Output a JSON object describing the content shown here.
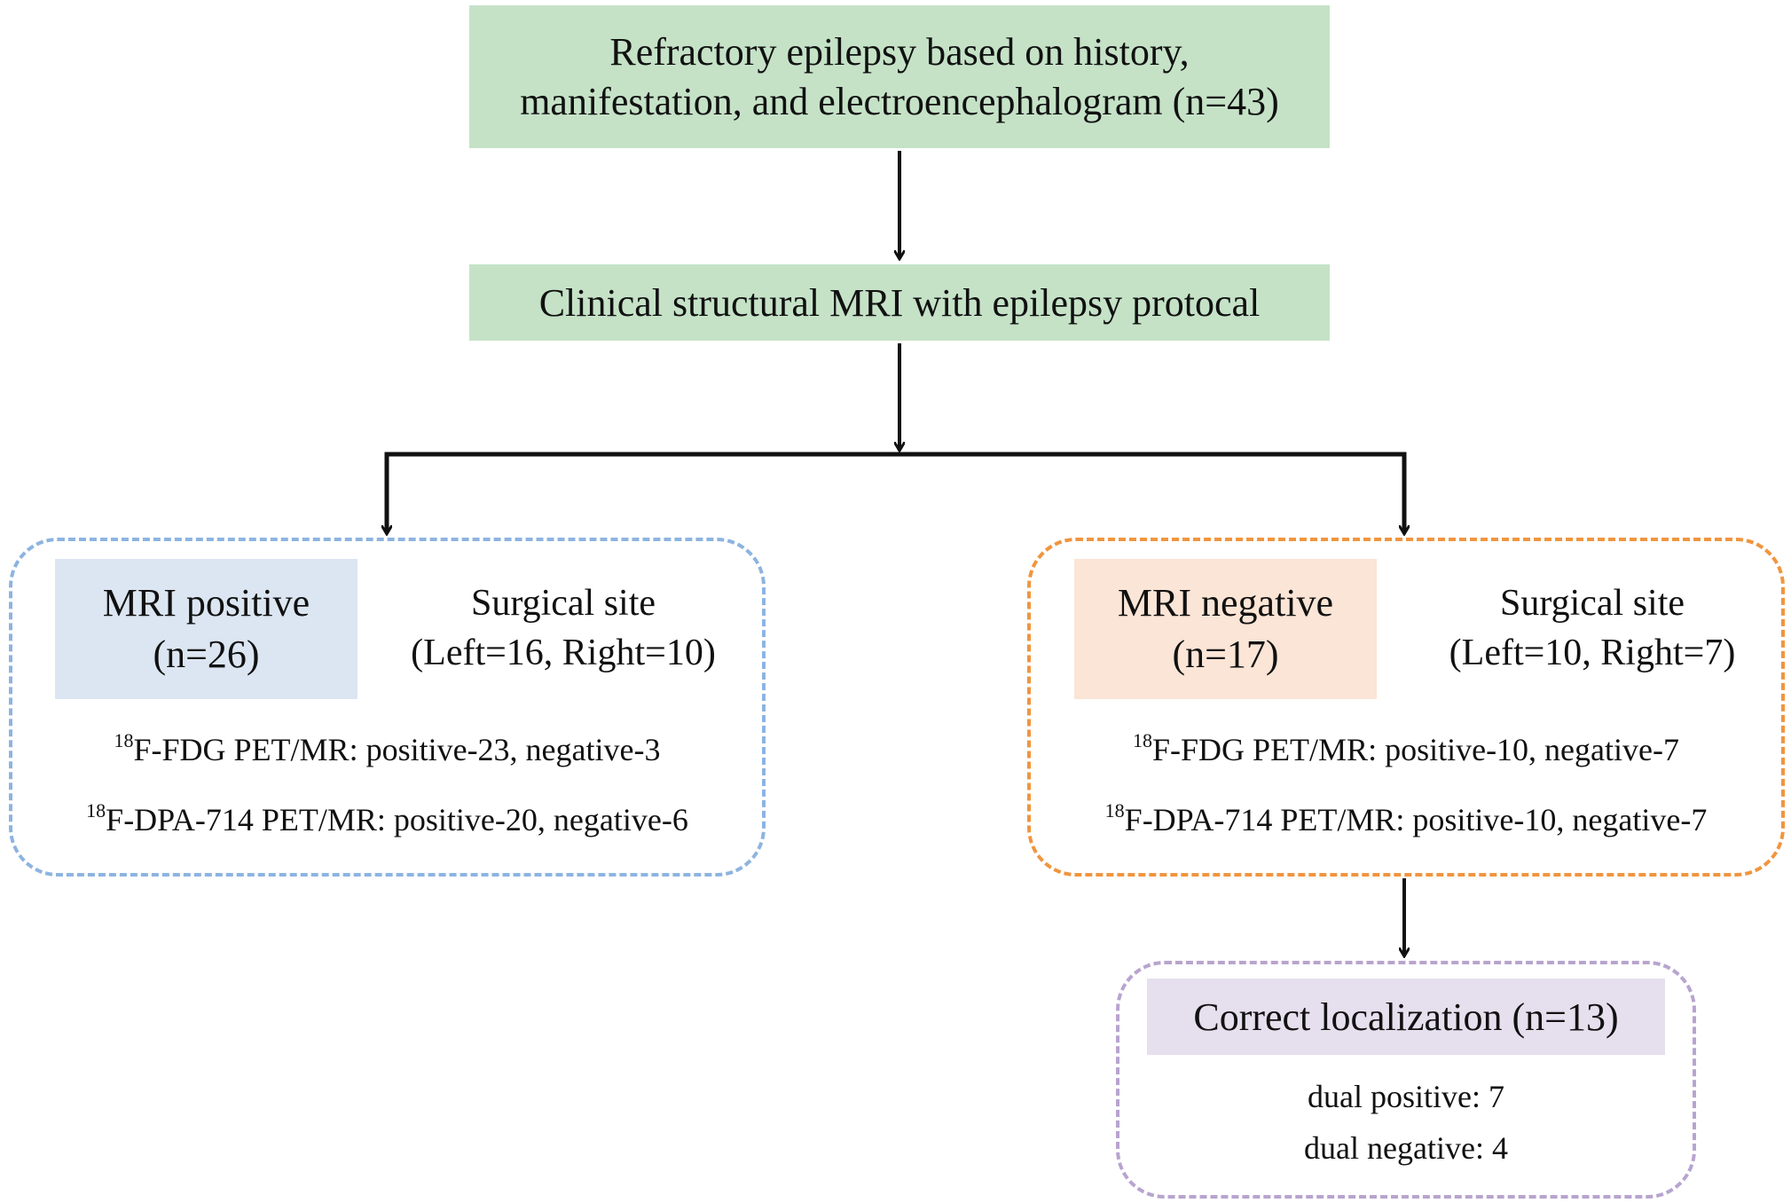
{
  "top": {
    "line1": "Refractory epilepsy based on history,",
    "line2": "manifestation, and electroencephalogram (n=43)"
  },
  "mri": {
    "label": "Clinical structural MRI with epilepsy protocal"
  },
  "positive": {
    "title": "MRI positive",
    "count": "(n=26)",
    "site_title": "Surgical site",
    "site_detail": "(Left=16, Right=10)",
    "fdg_sup": "18",
    "fdg_text": "F-FDG PET/MR: positive-23, negative-3",
    "dpa_sup": "18",
    "dpa_text": "F-DPA-714 PET/MR: positive-20, negative-6"
  },
  "negative": {
    "title": "MRI negative",
    "count": "(n=17)",
    "site_title": "Surgical site",
    "site_detail": "(Left=10, Right=7)",
    "fdg_sup": "18",
    "fdg_text": "F-FDG PET/MR: positive-10, negative-7",
    "dpa_sup": "18",
    "dpa_text": "F-DPA-714 PET/MR: positive-10, negative-7"
  },
  "localization": {
    "title": "Correct localization (n=13)",
    "dual_positive": "dual positive: 7",
    "dual_negative": "dual negative: 4"
  },
  "colors": {
    "green_box": "#c5e2c7",
    "blue_border": "#8db4e0",
    "blue_fill": "#dce6f2",
    "orange_border": "#f0953f",
    "orange_fill": "#fbe5d6",
    "purple_border": "#b8a4cf",
    "purple_fill": "#e5dfee"
  }
}
